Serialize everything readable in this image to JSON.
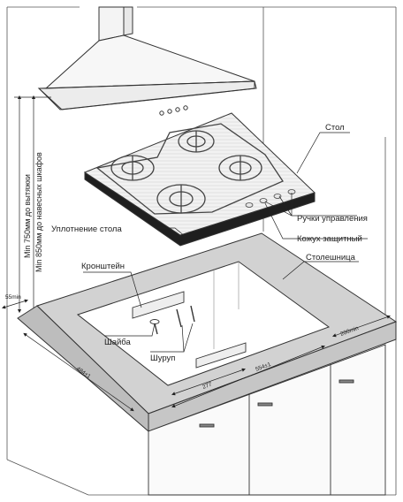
{
  "labels": {
    "table": "Стол",
    "controls": "Ручки управления",
    "seal": "Уплотнение стола",
    "shield": "Кожух защитный",
    "countertop": "Столешница",
    "bracket": "Кронштейн",
    "washer": "Шайба",
    "screw": "Шуруп"
  },
  "vertical_notes": {
    "hood_clearance": "Min 750мм до вытяжки",
    "cabinet_clearance": "Min 850мм до навесных шкафов"
  },
  "dimensions": {
    "side_gap": "55min",
    "back_gap": "200min",
    "depth": "484±1",
    "width": "554±1",
    "bracket_offset": "277"
  },
  "colors": {
    "countertop": "#d2d2d2",
    "cutout": "#ffffff",
    "line": "#333333",
    "seal": "#222222"
  }
}
